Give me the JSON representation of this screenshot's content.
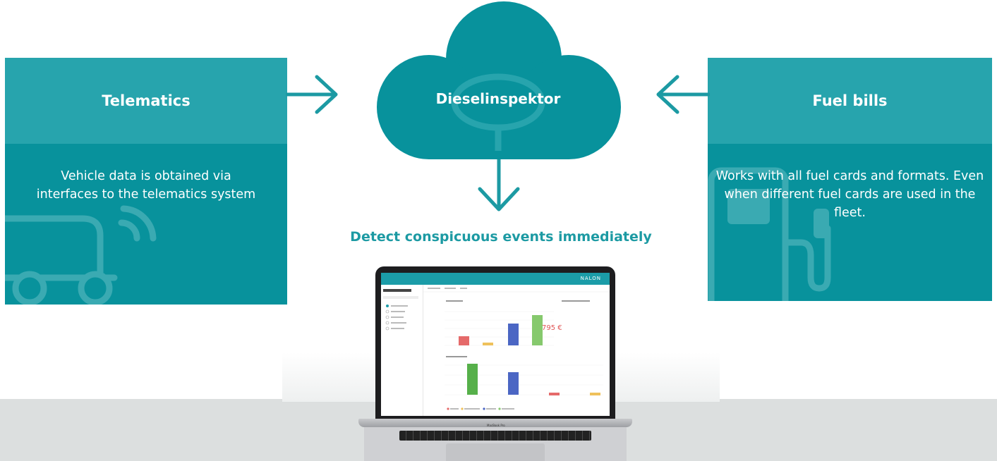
{
  "left_panel": {
    "title": "Telematics",
    "text": "Vehicle data is obtained via interfaces to the telematics system",
    "decoration_icon": "truck-signal-icon"
  },
  "right_panel": {
    "title": "Fuel bills",
    "text": "Works with all fuel cards and formats. Even when different fuel cards are used in the fleet.",
    "decoration_icon": "fuel-pump-icon"
  },
  "cloud": {
    "title": "Dieselinspektor",
    "icon": "cloud-icon"
  },
  "headline": "Detect conspicuous events immediately",
  "laptop": {
    "logo": "NALON",
    "value": "795 €",
    "keyboard_label": "MacBook Pro"
  },
  "colors": {
    "teal_dark": "#08929c",
    "teal_light": "#27a4ad",
    "headline": "#1c9aa3",
    "floor": "#dcdfdf"
  }
}
